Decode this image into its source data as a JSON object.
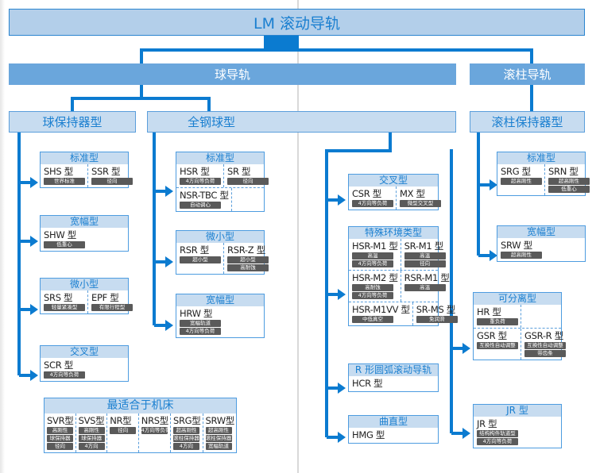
{
  "title": "LM 滚动导轨",
  "branches": {
    "ball": "球导轨",
    "roller": "滚柱导轨"
  },
  "groups": {
    "ball_cage": "球保持器型",
    "full_ball": "全钢球型",
    "roller_cage": "滚柱保持器型"
  },
  "cards": {
    "bc_standard": {
      "title": "标准型",
      "items": [
        {
          "model": "SHS 型",
          "tags": [
            "世界标准"
          ]
        },
        {
          "model": "SSR 型",
          "tags": [
            "径向"
          ]
        }
      ]
    },
    "bc_wide": {
      "title": "宽幅型",
      "items": [
        {
          "model": "SHW 型",
          "tags": [
            "低重心"
          ]
        }
      ]
    },
    "bc_mini": {
      "title": "微小型",
      "items": [
        {
          "model": "SRS 型",
          "tags": [
            "轻量紧凑型"
          ]
        },
        {
          "model": "EPF 型",
          "tags": [
            "有限行程型"
          ]
        }
      ]
    },
    "bc_cross": {
      "title": "交叉型",
      "items": [
        {
          "model": "SCR 型",
          "tags": [
            "4方向等负荷"
          ]
        }
      ]
    },
    "fb_standard": {
      "title": "标准型",
      "items": [
        {
          "model": "HSR 型",
          "tags": [
            "4方向等负荷"
          ]
        },
        {
          "model": "SR 型",
          "tags": [
            "径向"
          ]
        },
        {
          "model": "NSR-TBC 型",
          "tags": [
            "自动调心"
          ]
        }
      ]
    },
    "fb_mini": {
      "title": "微小型",
      "items": [
        {
          "model": "RSR 型",
          "tags": [
            "超小型"
          ]
        },
        {
          "model": "RSR-Z 型",
          "tags": [
            "超小型",
            "高耐蚀"
          ]
        }
      ]
    },
    "fb_wide": {
      "title": "宽幅型",
      "items": [
        {
          "model": "HRW 型",
          "tags": [
            "宽幅轨道",
            "4方向等负荷"
          ]
        }
      ]
    },
    "machine_tool": {
      "title": "最适合于机床",
      "items": [
        {
          "model": "SVR型",
          "tags": [
            "高刚性",
            "球保持器",
            "径向"
          ]
        },
        {
          "model": "SVS型",
          "tags": [
            "高刚性",
            "球保持器",
            "4方向"
          ]
        },
        {
          "model": "NR型",
          "tags": [
            "径向"
          ]
        },
        {
          "model": "NRS型",
          "tags": [
            "4方向等负荷"
          ]
        },
        {
          "model": "SRG型",
          "tags": [
            "超高刚性",
            "滚柱保持器",
            "4方向"
          ]
        },
        {
          "model": "SRW型",
          "tags": [
            "超高刚性",
            "滚柱保持器",
            "宽幅轨道"
          ]
        }
      ]
    },
    "fb_cross": {
      "title": "交叉型",
      "items": [
        {
          "model": "CSR 型",
          "tags": [
            "4方向等负荷"
          ]
        },
        {
          "model": "MX 型",
          "tags": [
            "微型交叉型"
          ]
        }
      ]
    },
    "special": {
      "title": "特殊环境类型",
      "items": [
        {
          "model": "HSR-M1 型",
          "tags": [
            "高温",
            "4方向等负荷"
          ]
        },
        {
          "model": "SR-M1 型",
          "tags": [
            "高温",
            "径向"
          ]
        },
        {
          "model": "HSR-M2 型",
          "tags": [
            "高耐蚀",
            "4方向等负荷"
          ]
        },
        {
          "model": "RSR-M1 型",
          "tags": [
            "高温"
          ]
        },
        {
          "model": "HSR-M1VV 型",
          "tags": [
            "中低真空"
          ]
        },
        {
          "model": "SR-MS 型",
          "tags": [
            "免润滑"
          ]
        }
      ]
    },
    "r_arc": {
      "title": "R 形圆弧滚动导轨",
      "items": [
        {
          "model": "HCR 型",
          "tags": []
        }
      ]
    },
    "curved": {
      "title": "曲直型",
      "items": [
        {
          "model": "HMG 型",
          "tags": []
        }
      ]
    },
    "separable": {
      "title": "可分离型",
      "items": [
        {
          "model": "HR 型",
          "tags": [
            "重负荷"
          ]
        },
        {
          "model": "GSR 型",
          "tags": [
            "互换性自动调整"
          ]
        },
        {
          "model": "GSR-R 型",
          "tags": [
            "互换性自动调整",
            "带齿条"
          ]
        }
      ]
    },
    "jr": {
      "title": "JR 型",
      "items": [
        {
          "model": "JR 型",
          "tags": [
            "结构构件轨道型",
            "4方向等负荷"
          ]
        }
      ]
    },
    "rc_standard": {
      "title": "标准型",
      "items": [
        {
          "model": "SRG 型",
          "tags": [
            "超高刚性"
          ]
        },
        {
          "model": "SRN 型",
          "tags": [
            "超高刚性",
            "低重心"
          ]
        }
      ]
    },
    "rc_wide": {
      "title": "宽幅型",
      "items": [
        {
          "model": "SRW 型",
          "tags": [
            "超高刚性"
          ]
        }
      ]
    }
  },
  "colors": {
    "connector": "#0b7bd0",
    "header_light": "#b3cfea",
    "header_mid": "#6aa6dc",
    "title_text": "#1a7fd0",
    "tag_bg": "#5a5a5a"
  }
}
